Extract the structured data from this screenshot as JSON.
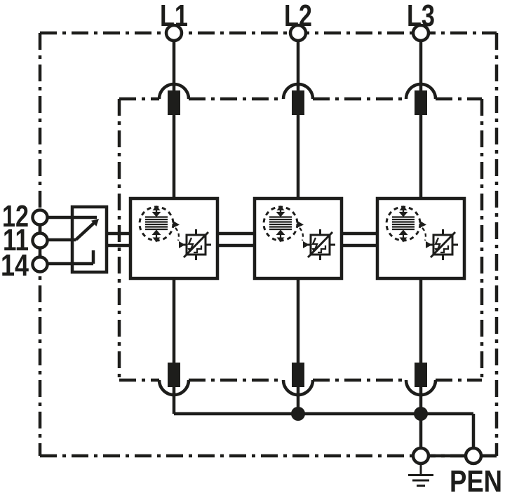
{
  "diagram": {
    "background_color": "#ffffff",
    "line_color": "#1d1d1b",
    "phase_labels": [
      "L1",
      "L2",
      "L3"
    ],
    "remote_contact_labels": [
      "12",
      "11",
      "14"
    ],
    "earth_label": "PEN",
    "symbols": {
      "spark_gap": "triggered-spark-gap",
      "varistor": "varistor-surge-arrester",
      "disconnector": "thermal-disconnector",
      "changeover_contact": "remote-signalling-changeover-contact",
      "earth": "earth-ground"
    }
  }
}
